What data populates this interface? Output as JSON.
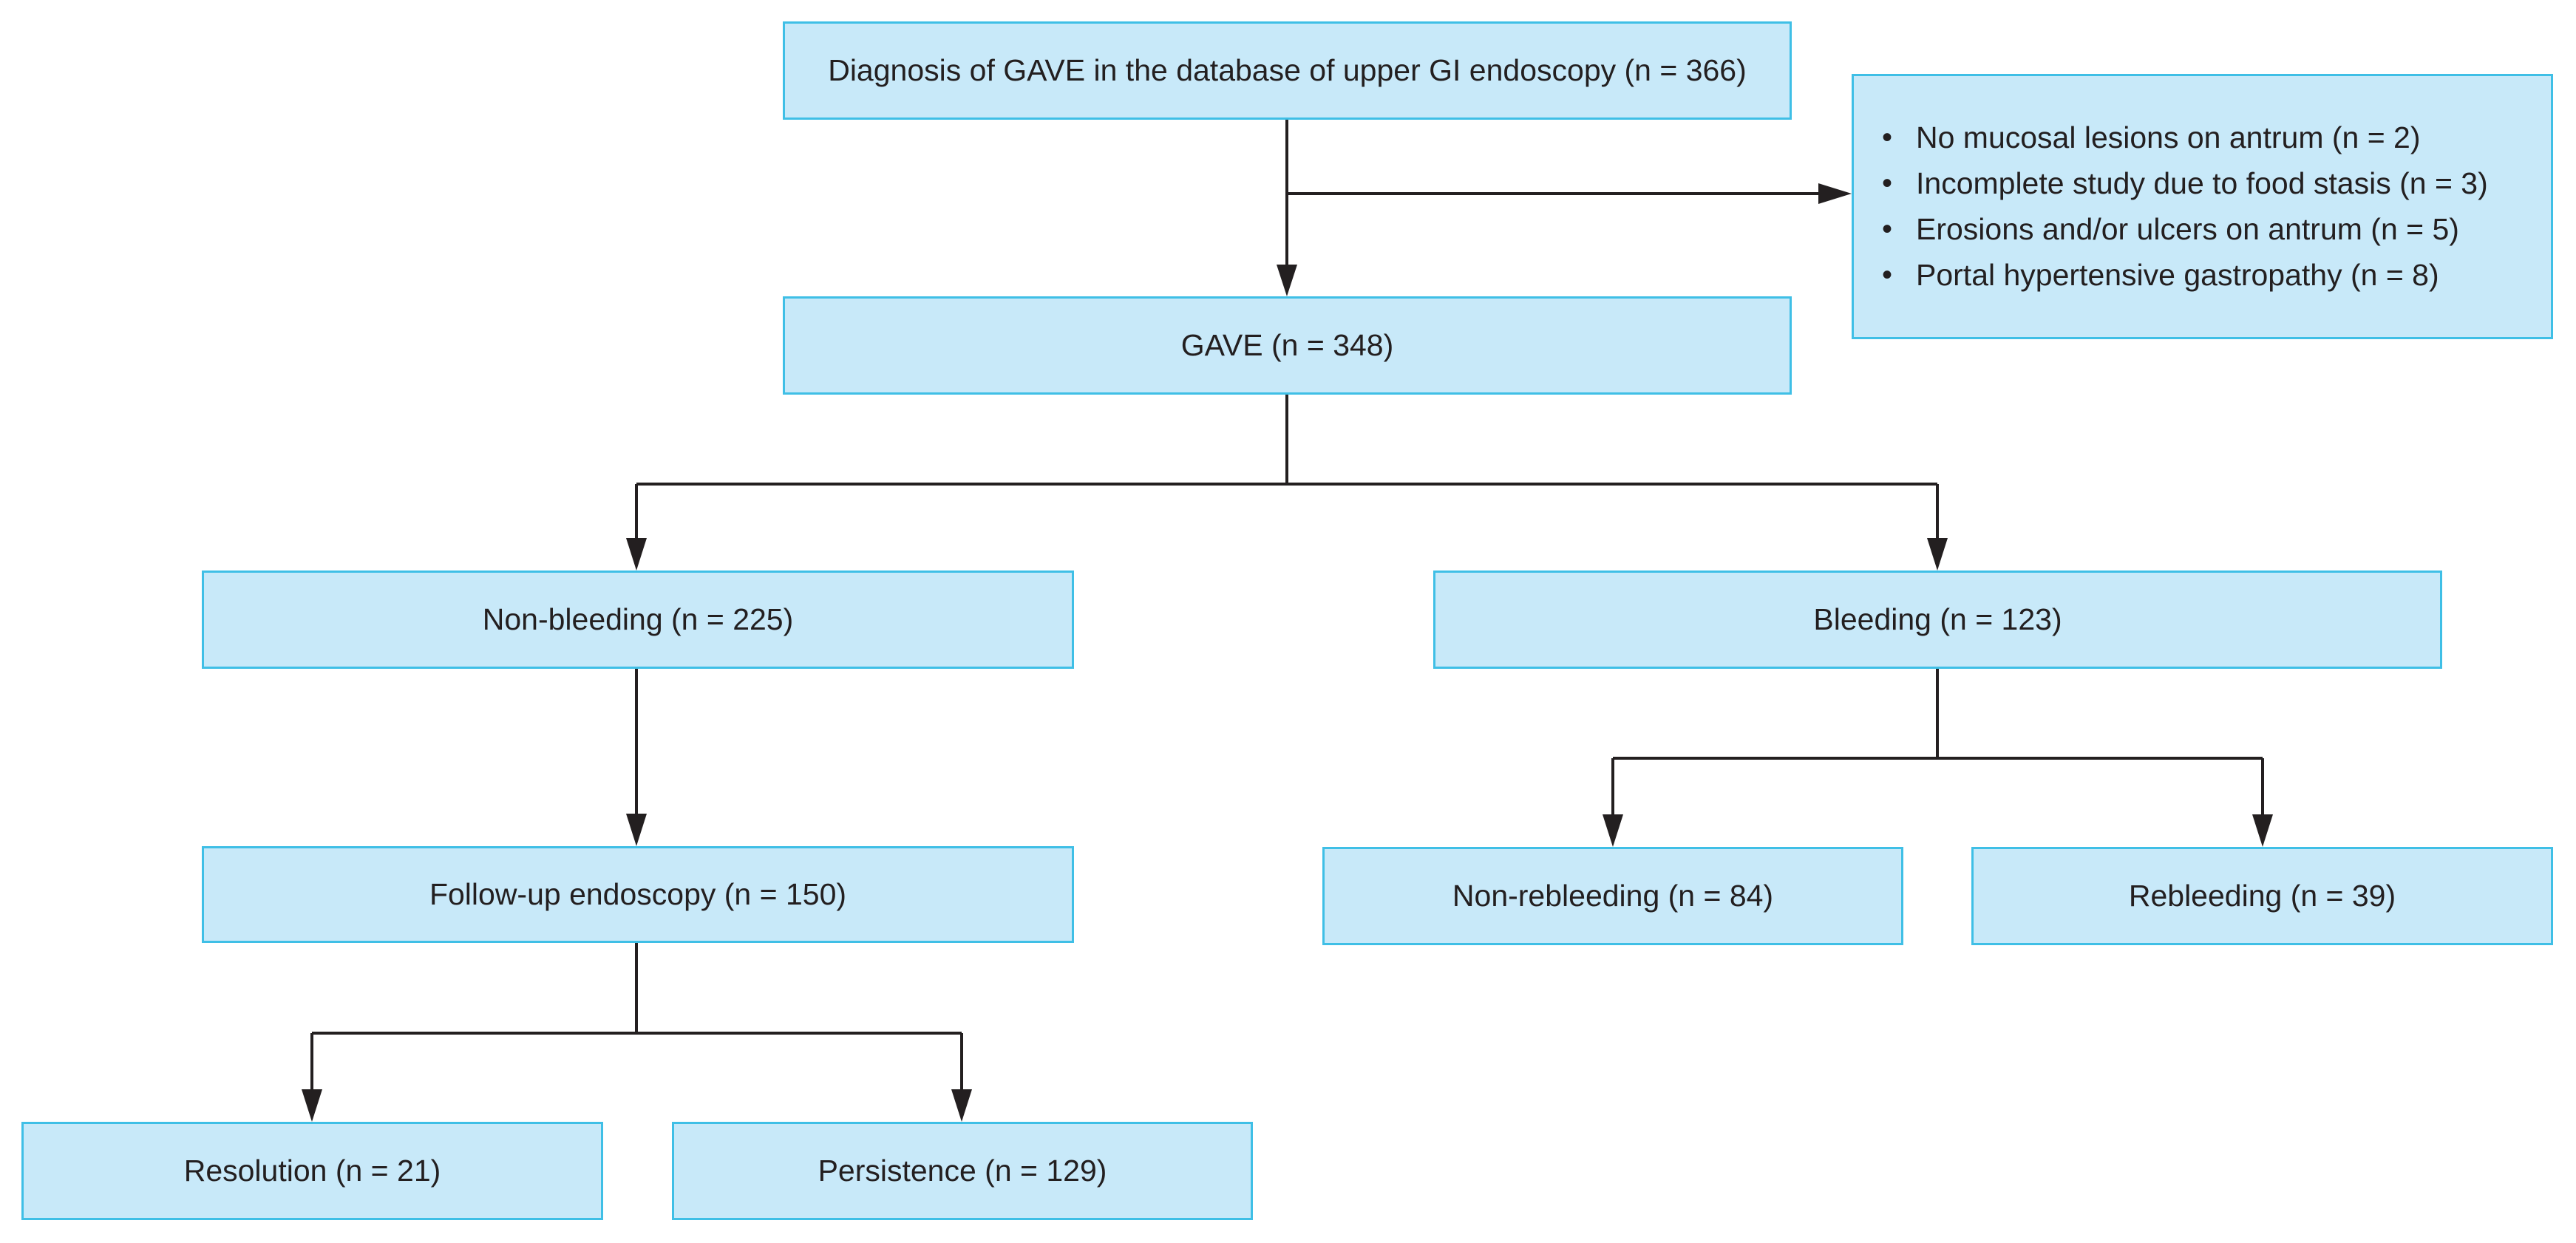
{
  "flowchart": {
    "diagnosis": "Diagnosis of GAVE in the database of upper GI endoscopy (n = 366)",
    "exclusions": [
      "No mucosal lesions on antrum (n = 2)",
      "Incomplete study due to food stasis (n = 3)",
      "Erosions and/or ulcers on antrum (n = 5)",
      "Portal hypertensive gastropathy (n = 8)"
    ],
    "bullet": "•",
    "gave": "GAVE (n = 348)",
    "non_bleeding": "Non-bleeding (n = 225)",
    "bleeding": "Bleeding (n = 123)",
    "follow_up": "Follow-up endoscopy (n = 150)",
    "non_rebleeding": "Non-rebleeding (n = 84)",
    "rebleeding": "Rebleeding (n = 39)",
    "resolution": "Resolution (n = 21)",
    "persistence": "Persistence (n = 129)"
  },
  "colors": {
    "box_fill": "#c8e9f9",
    "box_border": "#3fbfe6",
    "connector": "#231f20",
    "text": "#231f20"
  }
}
